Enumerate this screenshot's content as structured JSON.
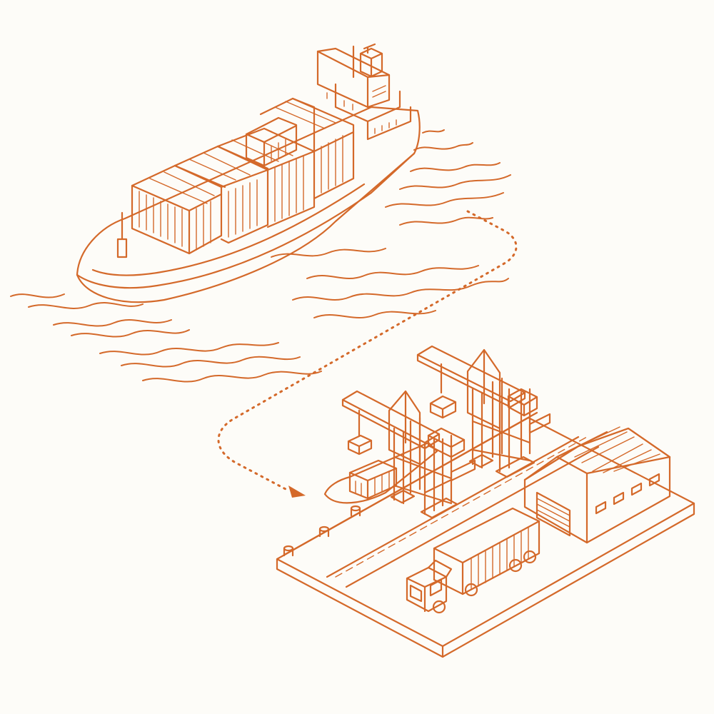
{
  "colors": {
    "background": "#fdfcf8",
    "line": "#d4692a",
    "white": "#fdfcf8"
  },
  "scene": {
    "type": "isometric line illustration",
    "elements": [
      "container-ship",
      "ocean-waves",
      "dotted-route-arrow",
      "port-pier",
      "gantry-cranes",
      "small-vessel",
      "warehouse",
      "container-truck"
    ]
  }
}
